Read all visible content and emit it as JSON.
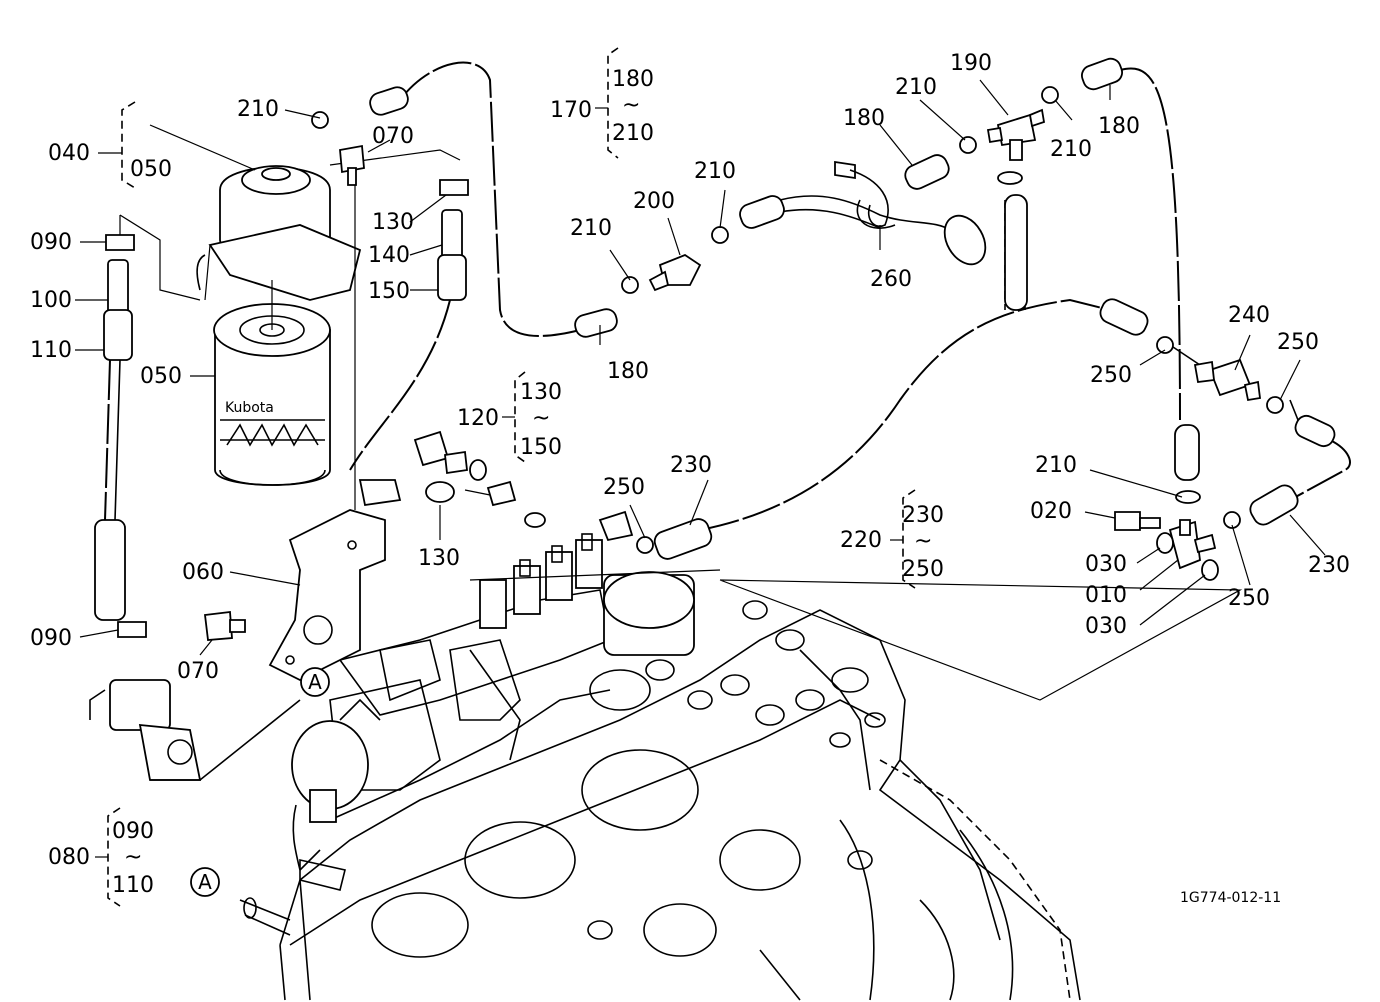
{
  "diagram": {
    "reference_code": "1G774-012-11",
    "brand_text": "Kubota",
    "view_marker": "A",
    "range_symbol": "~",
    "callouts": {
      "c010": "010",
      "c020": "020",
      "c030a": "030",
      "c030b": "030",
      "c040": "040",
      "c050a": "050",
      "c050b": "050",
      "c060": "060",
      "c070a": "070",
      "c070b": "070",
      "c080": "080",
      "c090a": "090",
      "c090b": "090",
      "c090r": "090",
      "c100": "100",
      "c110a": "110",
      "c110r": "110",
      "c120": "120",
      "c130a": "130",
      "c130b": "130",
      "c130r": "130",
      "c140": "140",
      "c150a": "150",
      "c150r": "150",
      "c170": "170",
      "c180a": "180",
      "c180b": "180",
      "c180c": "180",
      "c180r": "180",
      "c190": "190",
      "c200": "200",
      "c210a": "210",
      "c210b": "210",
      "c210c": "210",
      "c210d": "210",
      "c210e": "210",
      "c210f": "210",
      "c210r": "210",
      "c220": "220",
      "c230a": "230",
      "c230b": "230",
      "c230r1": "230",
      "c250r": "250",
      "c240": "240",
      "c250a": "250",
      "c250b": "250",
      "c250c": "250",
      "c250d": "250",
      "c260": "260"
    }
  }
}
